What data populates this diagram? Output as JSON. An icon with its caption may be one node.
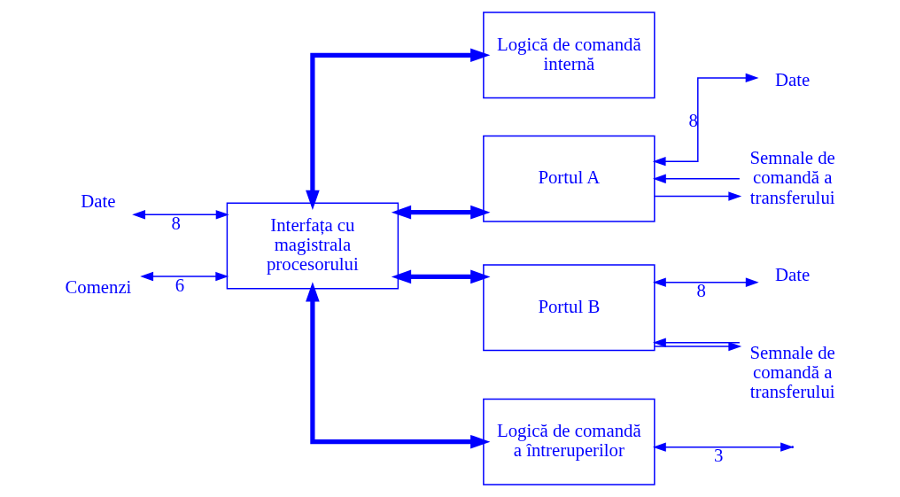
{
  "diagram": {
    "nodes": [
      {
        "text": [
          "Logică de comandă internă"
        ]
      },
      {
        "text": [
          "Interfața cu magistrala procesorului"
        ]
      },
      {
        "text": [
          "Portul A"
        ]
      },
      {
        "text": [
          "Portul B"
        ]
      },
      {
        "text": [
          "Logică de comandă a întreruperilor"
        ]
      },
      {
        "text": [
          "Date"
        ]
      },
      {
        "text": [
          "Comenzi"
        ]
      },
      {
        "text": [
          "Date"
        ]
      },
      {
        "text": [
          "Semnale de comandă a transferului"
        ]
      },
      {
        "text": [
          "Date"
        ]
      },
      {
        "text": [
          "Semnale de comandă a transferului"
        ]
      }
    ],
    "edges": [
      {
        "from": 1,
        "to": 0,
        "arrow": "both",
        "style": "thick"
      },
      {
        "from": 1,
        "to": 4,
        "arrow": "both",
        "style": "thick"
      },
      {
        "from": 1,
        "to": 2,
        "arrow": "both",
        "style": "thick"
      },
      {
        "from": 1,
        "to": 3,
        "arrow": "both",
        "style": "thick"
      },
      {
        "from": 5,
        "to": 1,
        "arrow": "both",
        "label": "8"
      },
      {
        "from": 6,
        "to": 1,
        "arrow": "both",
        "label": "6"
      },
      {
        "from": 2,
        "to": 7,
        "arrow": "both",
        "label": "8"
      },
      {
        "from": 8,
        "to": 2,
        "arrow": "to"
      },
      {
        "from": 2,
        "to": 8,
        "arrow": "to"
      },
      {
        "from": 3,
        "to": 9,
        "arrow": "both",
        "label": "8"
      },
      {
        "from": 10,
        "to": 3,
        "arrow": "to"
      },
      {
        "from": 3,
        "to": 10,
        "arrow": "to"
      },
      {
        "from": 4,
        "to": null,
        "arrow": "both",
        "label": "3"
      }
    ]
  }
}
